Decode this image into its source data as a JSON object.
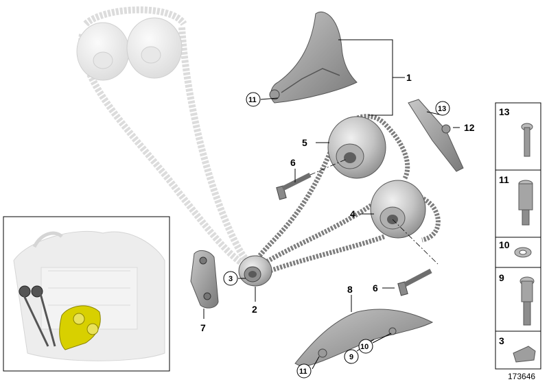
{
  "diagram_id": "173646",
  "callouts": {
    "c1": "1",
    "c2": "2",
    "c3": "3",
    "c4": "4",
    "c5": "5",
    "c6a": "6",
    "c6b": "6",
    "c7": "7",
    "c8": "8",
    "c9": "9",
    "c10": "10",
    "c11a": "11",
    "c11b": "11",
    "c12": "12",
    "c13": "13"
  },
  "parts_panel": [
    {
      "number": "13",
      "icon": "torx-screw-icon"
    },
    {
      "number": "11",
      "icon": "sleeve-bolt-icon"
    },
    {
      "number": "10",
      "icon": "washer-icon"
    },
    {
      "number": "9",
      "icon": "guide-pin-icon"
    },
    {
      "number": "3",
      "icon": "key-wedge-icon"
    }
  ],
  "colors": {
    "part_fill": "#a9a9a9",
    "part_dark": "#6e6e6e",
    "ghost": "#e3e3e3",
    "highlight": "#d8d000",
    "line": "#000000"
  }
}
